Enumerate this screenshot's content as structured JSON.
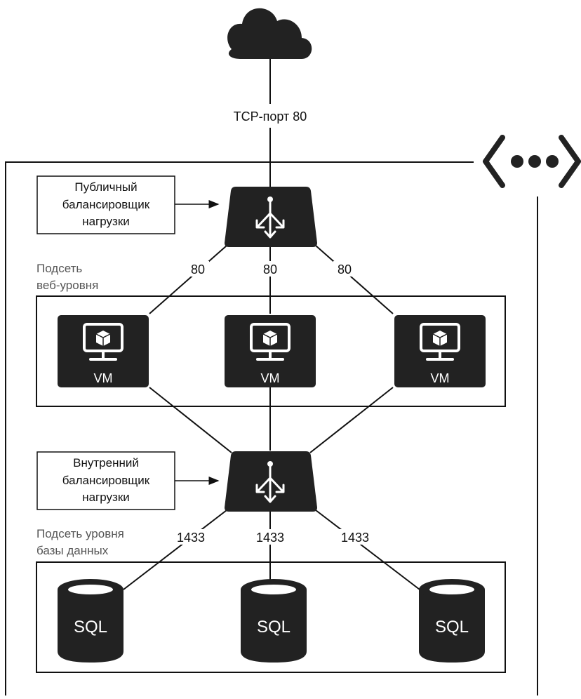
{
  "internet": {
    "port_label": "TCP-порт 80"
  },
  "public_lb": {
    "callout_lines": [
      "Публичный",
      "балансировщик",
      "нагрузки"
    ]
  },
  "web_subnet": {
    "label_lines": [
      "Подсеть",
      "веб-уровня"
    ],
    "port_labels": [
      "80",
      "80",
      "80"
    ],
    "vm_labels": [
      "VM",
      "VM",
      "VM"
    ]
  },
  "internal_lb": {
    "callout_lines": [
      "Внутренний",
      "балансировщик",
      "нагрузки"
    ]
  },
  "db_subnet": {
    "label_lines": [
      "Подсеть уровня",
      "базы данных"
    ],
    "port_labels": [
      "1433",
      "1433",
      "1433"
    ],
    "sql_labels": [
      "SQL",
      "SQL",
      "SQL"
    ]
  },
  "colors": {
    "node_fill": "#222222",
    "line": "#111111",
    "subnet_label": "#555555"
  },
  "icons": {
    "internet": "cloud-icon",
    "load_balancer": "load-balancer-icon",
    "vm": "vm-monitor-icon",
    "database": "database-cylinder-icon",
    "vnet": "virtual-network-icon"
  }
}
